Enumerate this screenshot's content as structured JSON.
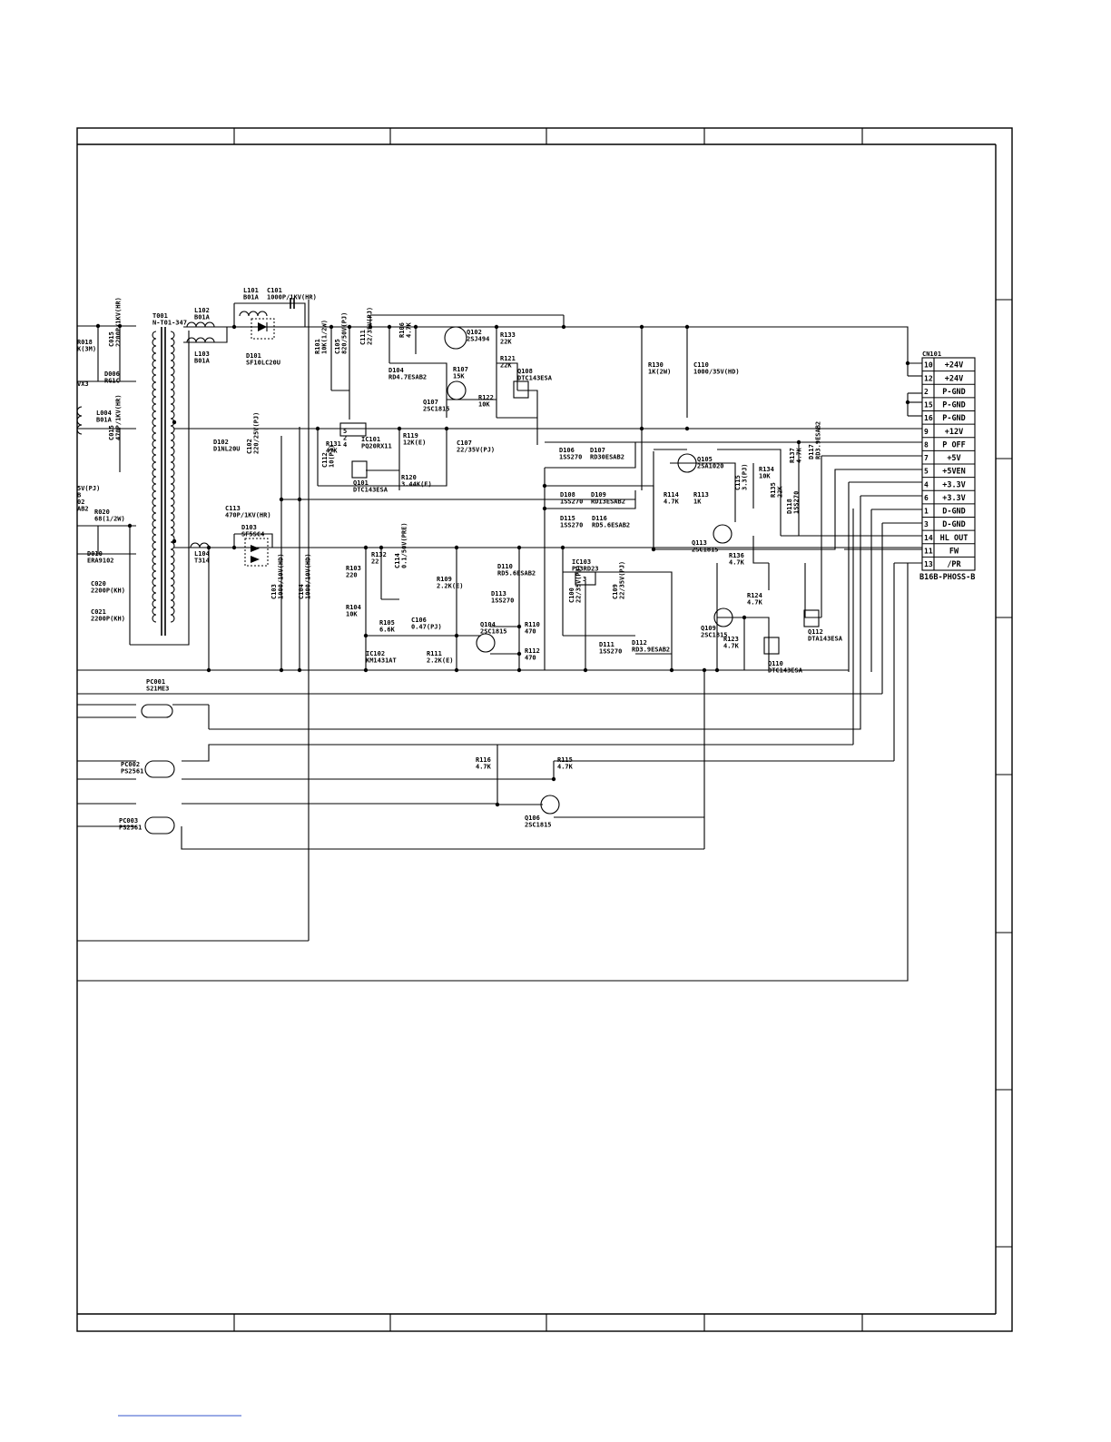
{
  "connector": {
    "ref": "CN101",
    "part_number": "B16B-PHOSS-B",
    "pins": [
      {
        "num": "10",
        "name": "+24V"
      },
      {
        "num": "12",
        "name": "+24V"
      },
      {
        "num": "2",
        "name": "P-GND"
      },
      {
        "num": "15",
        "name": "P-GND"
      },
      {
        "num": "16",
        "name": "P-GND"
      },
      {
        "num": "9",
        "name": "+12V"
      },
      {
        "num": "8",
        "name": "P OFF"
      },
      {
        "num": "7",
        "name": "+5V"
      },
      {
        "num": "5",
        "name": "+5VEN"
      },
      {
        "num": "4",
        "name": "+3.3V"
      },
      {
        "num": "6",
        "name": "+3.3V"
      },
      {
        "num": "1",
        "name": "D-GND"
      },
      {
        "num": "3",
        "name": "D-GND"
      },
      {
        "num": "14",
        "name": "HL OUT"
      },
      {
        "num": "11",
        "name": "FW"
      },
      {
        "num": "13",
        "name": "/PR"
      }
    ]
  },
  "components": {
    "L101": [
      "L101",
      "B01A"
    ],
    "C101": [
      "C101",
      "1000P/1KV(HR)"
    ],
    "T001": [
      "T001",
      "N-T01-347"
    ],
    "L102": [
      "L102",
      "B01A"
    ],
    "L103": [
      "L103",
      "B01A"
    ],
    "D101": [
      "D101",
      "SF10LC20U"
    ],
    "R018": [
      "R018",
      "K(3M)"
    ],
    "C015a": [
      "C015",
      "2200P/1KV(HR)"
    ],
    "D006": [
      "D006",
      "RG1C"
    ],
    "VX3": [
      "VX3"
    ],
    "L004": [
      "L004",
      "B01A"
    ],
    "C015b": [
      "C015",
      "470P/1KV(HR)"
    ],
    "D102": [
      "D102",
      "D1NL20U"
    ],
    "R020": [
      "R020",
      "68(1/2W)"
    ],
    "D010": [
      "D010",
      "ERA9102"
    ],
    "C020": [
      "C020",
      "2200P(KH)"
    ],
    "C021": [
      "C021",
      "2200P(KH)"
    ],
    "frag": [
      "5V(PJ)",
      "B",
      "02",
      "AB2"
    ],
    "C113": [
      "C113",
      "470P/1KV(HR)"
    ],
    "D103": [
      "D103",
      "SF5SC4"
    ],
    "L104": [
      "L104",
      "T314"
    ],
    "C102": [
      "C102",
      "220/25V(PJ)"
    ],
    "C103": [
      "C103",
      "1000/10V(HD)"
    ],
    "C104": [
      "C104",
      "1000/10V(HD)"
    ],
    "R101": [
      "R101",
      "10K(1/2W)"
    ],
    "C105": [
      "C105",
      "820/50V(PJ)"
    ],
    "C111": [
      "C111",
      "22/35V(PJ)"
    ],
    "R106": [
      "R106",
      "4.7K"
    ],
    "D104": [
      "D104",
      "RD4.7ESAB2"
    ],
    "Q102": [
      "Q102",
      "2SJ494"
    ],
    "R133": [
      "R133",
      "22K"
    ],
    "R107": [
      "R107",
      "15K"
    ],
    "R121": [
      "R121",
      "22K"
    ],
    "Q108": [
      "Q108",
      "DTC143ESA"
    ],
    "Q107": [
      "Q107",
      "2SC1815"
    ],
    "R122": [
      "R122",
      "10K"
    ],
    "R130": [
      "R130",
      "1K(2W)"
    ],
    "C110": [
      "C110",
      "1000/35V(HD)"
    ],
    "R131": [
      "R131",
      "47K"
    ],
    "IC101": [
      "IC101",
      "PQ20RX11"
    ],
    "IC101pins": [
      "5",
      "2",
      "4"
    ],
    "R119": [
      "R119",
      "12K(E)"
    ],
    "C107": [
      "C107",
      "22/35V(PJ)"
    ],
    "C112": [
      "C112",
      "10(PJ)"
    ],
    "Q101": [
      "Q101",
      "DTC143ESA"
    ],
    "R120": [
      "R120",
      "3.44K(E)"
    ],
    "D106": [
      "D106",
      "1SS270"
    ],
    "D107": [
      "D107",
      "RD30ESAB2"
    ],
    "Q105": [
      "Q105",
      "2SA1020"
    ],
    "R134": [
      "R134",
      "10K"
    ],
    "R137": [
      "R137",
      "4.7K"
    ],
    "D117": [
      "D117",
      "RD3.9ESAB2"
    ],
    "D108": [
      "D108",
      "1SS270"
    ],
    "D109": [
      "D109",
      "RD13ESAB2"
    ],
    "R114": [
      "R114",
      "4.7K"
    ],
    "R113": [
      "R113",
      "1K"
    ],
    "C115": [
      "C115",
      "3.3(PJ)"
    ],
    "R135": [
      "R135",
      "22K"
    ],
    "D118": [
      "D118",
      "1SS270"
    ],
    "D115": [
      "D115",
      "1SS270"
    ],
    "D116": [
      "D116",
      "RD5.6ESAB2"
    ],
    "Q113": [
      "Q113",
      "2SC1815"
    ],
    "R132": [
      "R132",
      "22"
    ],
    "R103": [
      "R103",
      "220"
    ],
    "C114": [
      "C114",
      "0.1/50V(PRE)"
    ],
    "R109": [
      "R109",
      "2.2K(E)"
    ],
    "D110": [
      "D110",
      "RD5.6ESAB2"
    ],
    "IC103": [
      "IC103",
      "PQ3RD23"
    ],
    "IC103pin": [
      "3"
    ],
    "R136": [
      "R136",
      "4.7K"
    ],
    "D113": [
      "D113",
      "1SS270"
    ],
    "R124": [
      "R124",
      "4.7K"
    ],
    "R104": [
      "R104",
      "10K"
    ],
    "R105": [
      "R105",
      "6.6K"
    ],
    "C106": [
      "C106",
      "0.47(PJ)"
    ],
    "C100": [
      "C100",
      "22/35V(PJ)"
    ],
    "C109": [
      "C109",
      "22/35V(PJ)"
    ],
    "Q104": [
      "Q104",
      "2SC1815"
    ],
    "R110": [
      "R110",
      "470"
    ],
    "Q109": [
      "Q109",
      "2SC1815"
    ],
    "Q112": [
      "Q112",
      "DTA143ESA"
    ],
    "R111": [
      "R111",
      "2.2K(E)"
    ],
    "R112": [
      "R112",
      "470"
    ],
    "D111": [
      "D111",
      "1SS270"
    ],
    "D112": [
      "D112",
      "RD3.9ESAB2"
    ],
    "R123": [
      "R123",
      "4.7K"
    ],
    "Q110": [
      "Q110",
      "DTC143ESA"
    ],
    "IC102": [
      "IC102",
      "KM1431AT"
    ],
    "PC001": [
      "PC001",
      "S21ME3"
    ],
    "PC002": [
      "PC002",
      "PS2561"
    ],
    "PC003": [
      "PC003",
      "PS2561"
    ],
    "R116": [
      "R116",
      "4.7K"
    ],
    "R115": [
      "R115",
      "4.7K"
    ],
    "Q106": [
      "Q106",
      "2SC1815"
    ]
  }
}
